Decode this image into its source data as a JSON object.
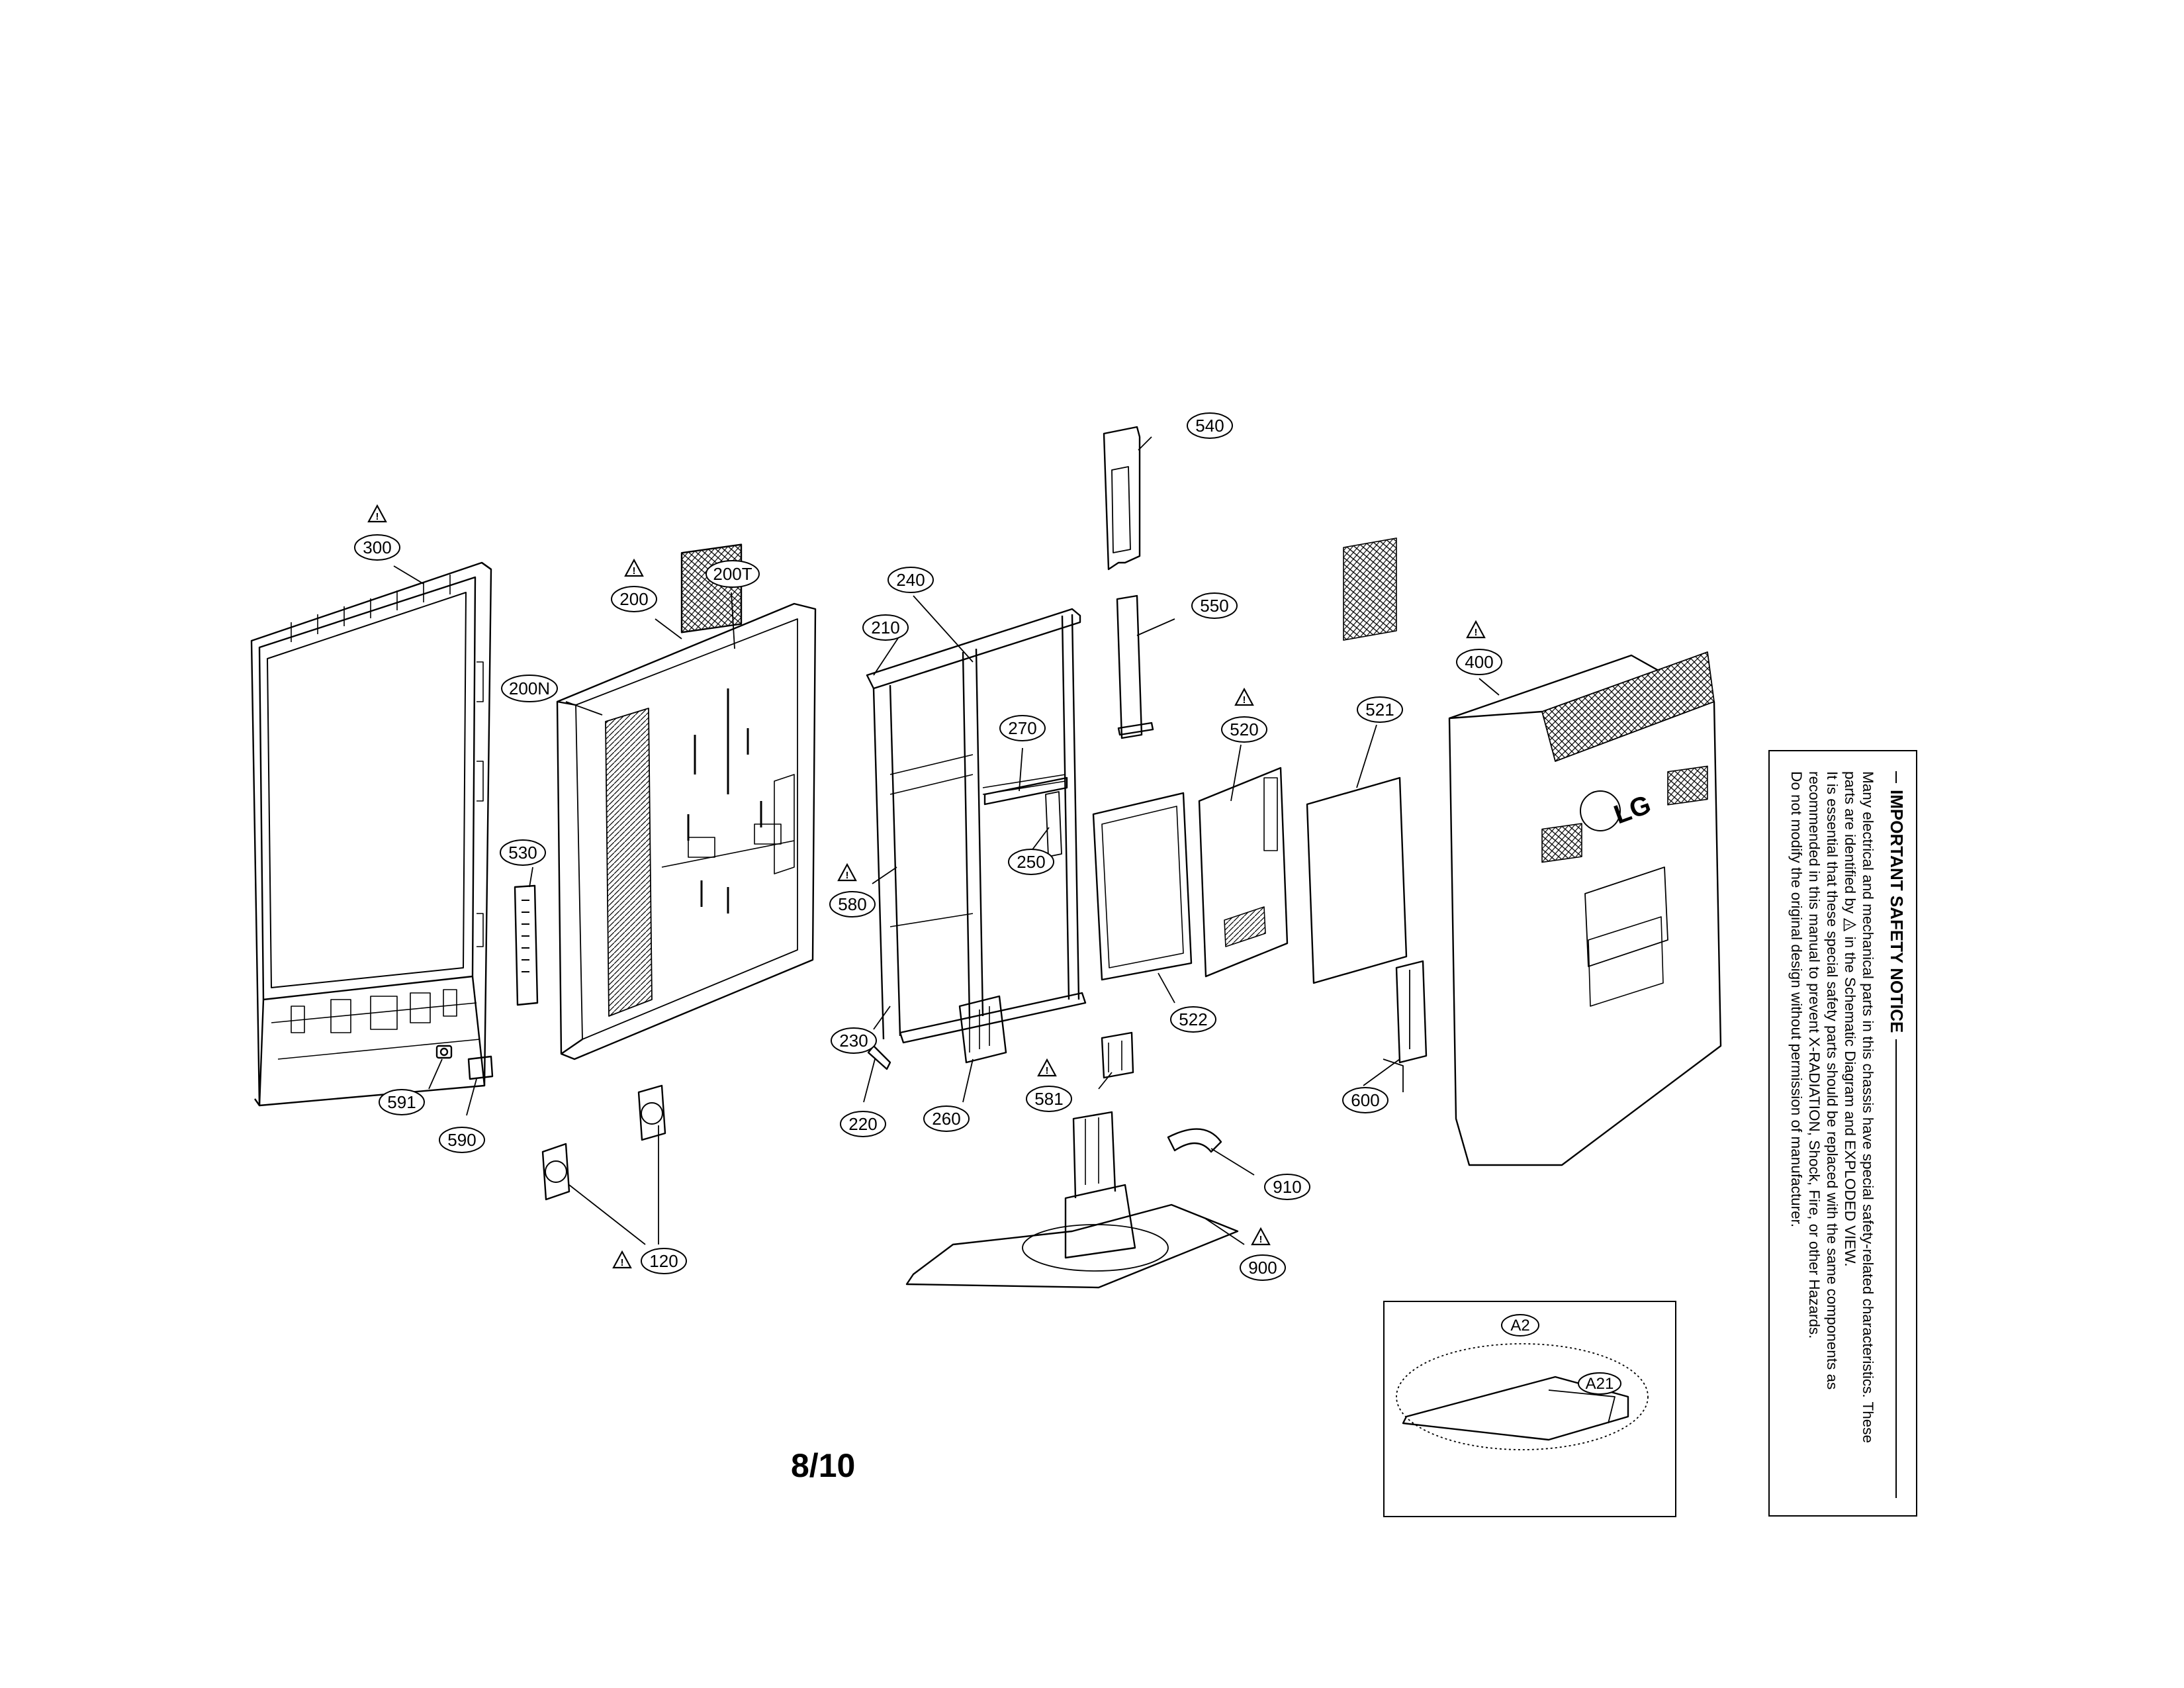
{
  "diagram": {
    "callouts": {
      "c300": "300",
      "c200": "200",
      "c200T": "200T",
      "c200N": "200N",
      "c530": "530",
      "c591": "591",
      "c590": "590",
      "c120": "120",
      "c210": "210",
      "c240": "240",
      "c270": "270",
      "c250": "250",
      "c580": "580",
      "c230": "230",
      "c220": "220",
      "c260": "260",
      "c540": "540",
      "c550": "550",
      "c520": "520",
      "c521": "521",
      "c522": "522",
      "c581": "581",
      "c600": "600",
      "c400": "400",
      "c910": "910",
      "c900": "900",
      "cA2": "A2",
      "cA21": "A21"
    },
    "logo_text": "LG",
    "page_number": "8/10"
  },
  "notice": {
    "title": "IMPORTANT SAFETY NOTICE",
    "line1": "Many electrical and mechanical parts in this chassis have special safety-related characteristics. These",
    "line2_pre": "parts are identified by",
    "line2_post": "in the Schematic Diagram and EXPLODED VIEW.",
    "line3": "It is essential that these special safety parts should be replaced with the same components as",
    "line4": "recommended in this manual to prevent X-RADIATION, Shock, Fire, or other Hazards.",
    "line5": "Do not modify the original design without permission of manufacturer."
  }
}
